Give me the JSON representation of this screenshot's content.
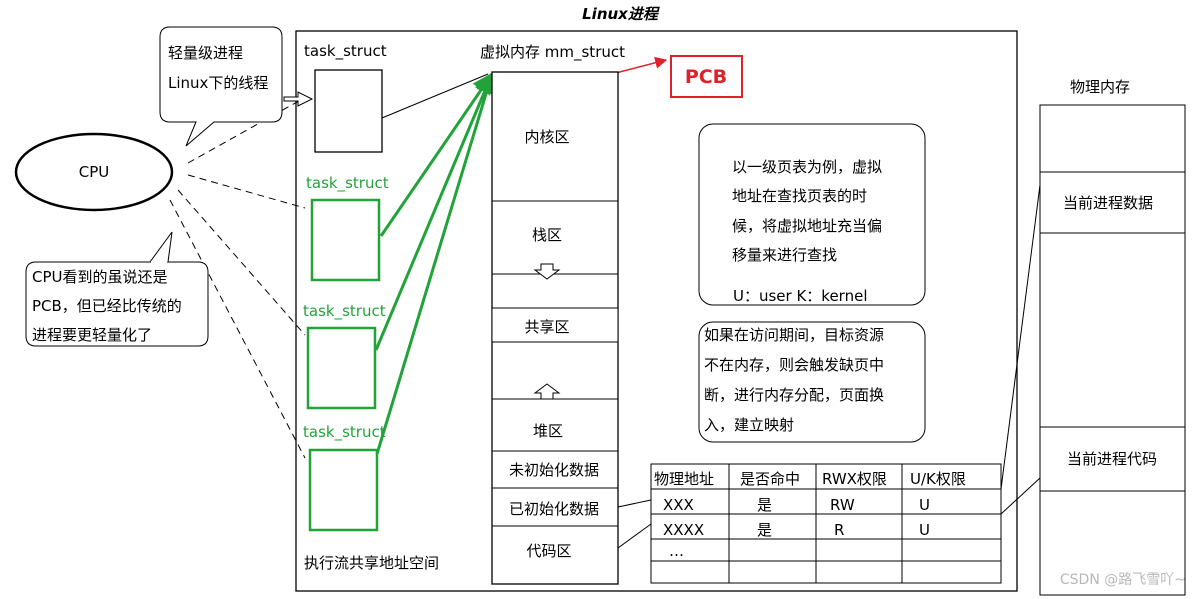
{
  "title": "Linux进程",
  "cpu_label": "CPU",
  "bubble_top": {
    "line1": "轻量级进程",
    "line2": "Linux下的线程"
  },
  "bubble_left": {
    "line1": "CPU看到的虽说还是",
    "line2": "PCB，但已经比传统的",
    "line3": "进程要更轻量化了"
  },
  "main_task_label": "task_struct",
  "thread_task_labels": [
    "task_struct",
    "task_struct",
    "task_struct"
  ],
  "mm_struct_label": "虚拟内存 mm_struct",
  "pcb_label": "PCB",
  "shared_space_label": "执行流共享地址空间",
  "memory_regions": {
    "kernel": "内核区",
    "stack": "栈区",
    "shared": "共享区",
    "heap": "堆区",
    "bss": "未初始化数据",
    "data": "已初始化数据",
    "code": "代码区"
  },
  "note_page_table": {
    "lines": [
      "以一级页表为例，虚拟",
      "地址在查找页表的时",
      "候，将虚拟地址充当偏",
      "移量来进行查找"
    ],
    "footer": "U：user  K：kernel"
  },
  "note_page_fault": {
    "lines": [
      "如果在访问期间，目标资源",
      "不在内存，则会触发缺页中",
      "断，进行内存分配，页面换",
      "入，建立映射"
    ]
  },
  "page_table": {
    "headers": [
      "物理地址",
      "是否命中",
      "RWX权限",
      "U/K权限"
    ],
    "rows": [
      [
        "XXX",
        "是",
        "RW",
        "U"
      ],
      [
        "XXXX",
        "是",
        "R",
        "U"
      ],
      [
        "…",
        "",
        "",
        ""
      ]
    ]
  },
  "physical_memory": {
    "title": "物理内存",
    "data_label": "当前进程数据",
    "code_label": "当前进程代码"
  },
  "watermark": "CSDN @路飞雪吖~",
  "colors": {
    "thread": "#22a33a",
    "pcb": "#e0202a",
    "line": "#000000"
  }
}
